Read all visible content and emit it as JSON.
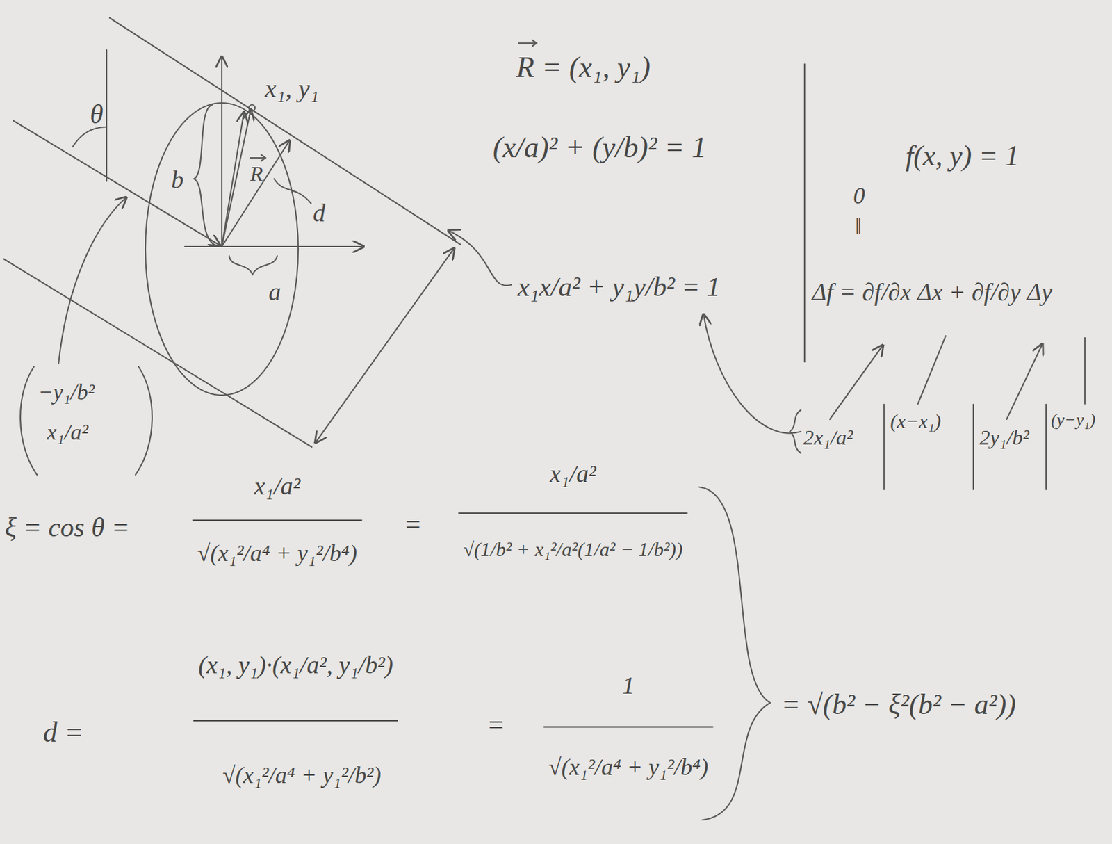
{
  "diagram": {
    "labels": [
      "θ",
      "x₁, y₁",
      "b",
      "R",
      "d",
      "a",
      "−y₁/b²",
      "x₁/a²",
      "R = (x₁, y₁)",
      "(x/a)² + (y/b)² = 1",
      "x₁x/a² + y₁y/b² = 1",
      "f(x, y) = 1",
      "0",
      "‖",
      "Δf = ∂f/∂x Δx + ∂f/∂y Δy",
      "2x₁/a²",
      "(x−x₁)",
      "2y₁/b²",
      "(y−y₁)",
      "ξ = cos θ =",
      "x₁/a²",
      "√(x₁²/a⁴ + y₁²/b⁴)",
      "=",
      "x₁/a²",
      "√(1/b² + x₁²/a²(1/a² − 1/b²))",
      "d =",
      "(x₁, y₁)·(x₁/a², y₁/b²)",
      "√(x₁²/a⁴ + y₁²/b²)",
      "=",
      "1",
      "√(x₁²/a⁴ + y₁²/b⁴)",
      "= √(b² − ξ²(b² − a²))"
    ]
  }
}
